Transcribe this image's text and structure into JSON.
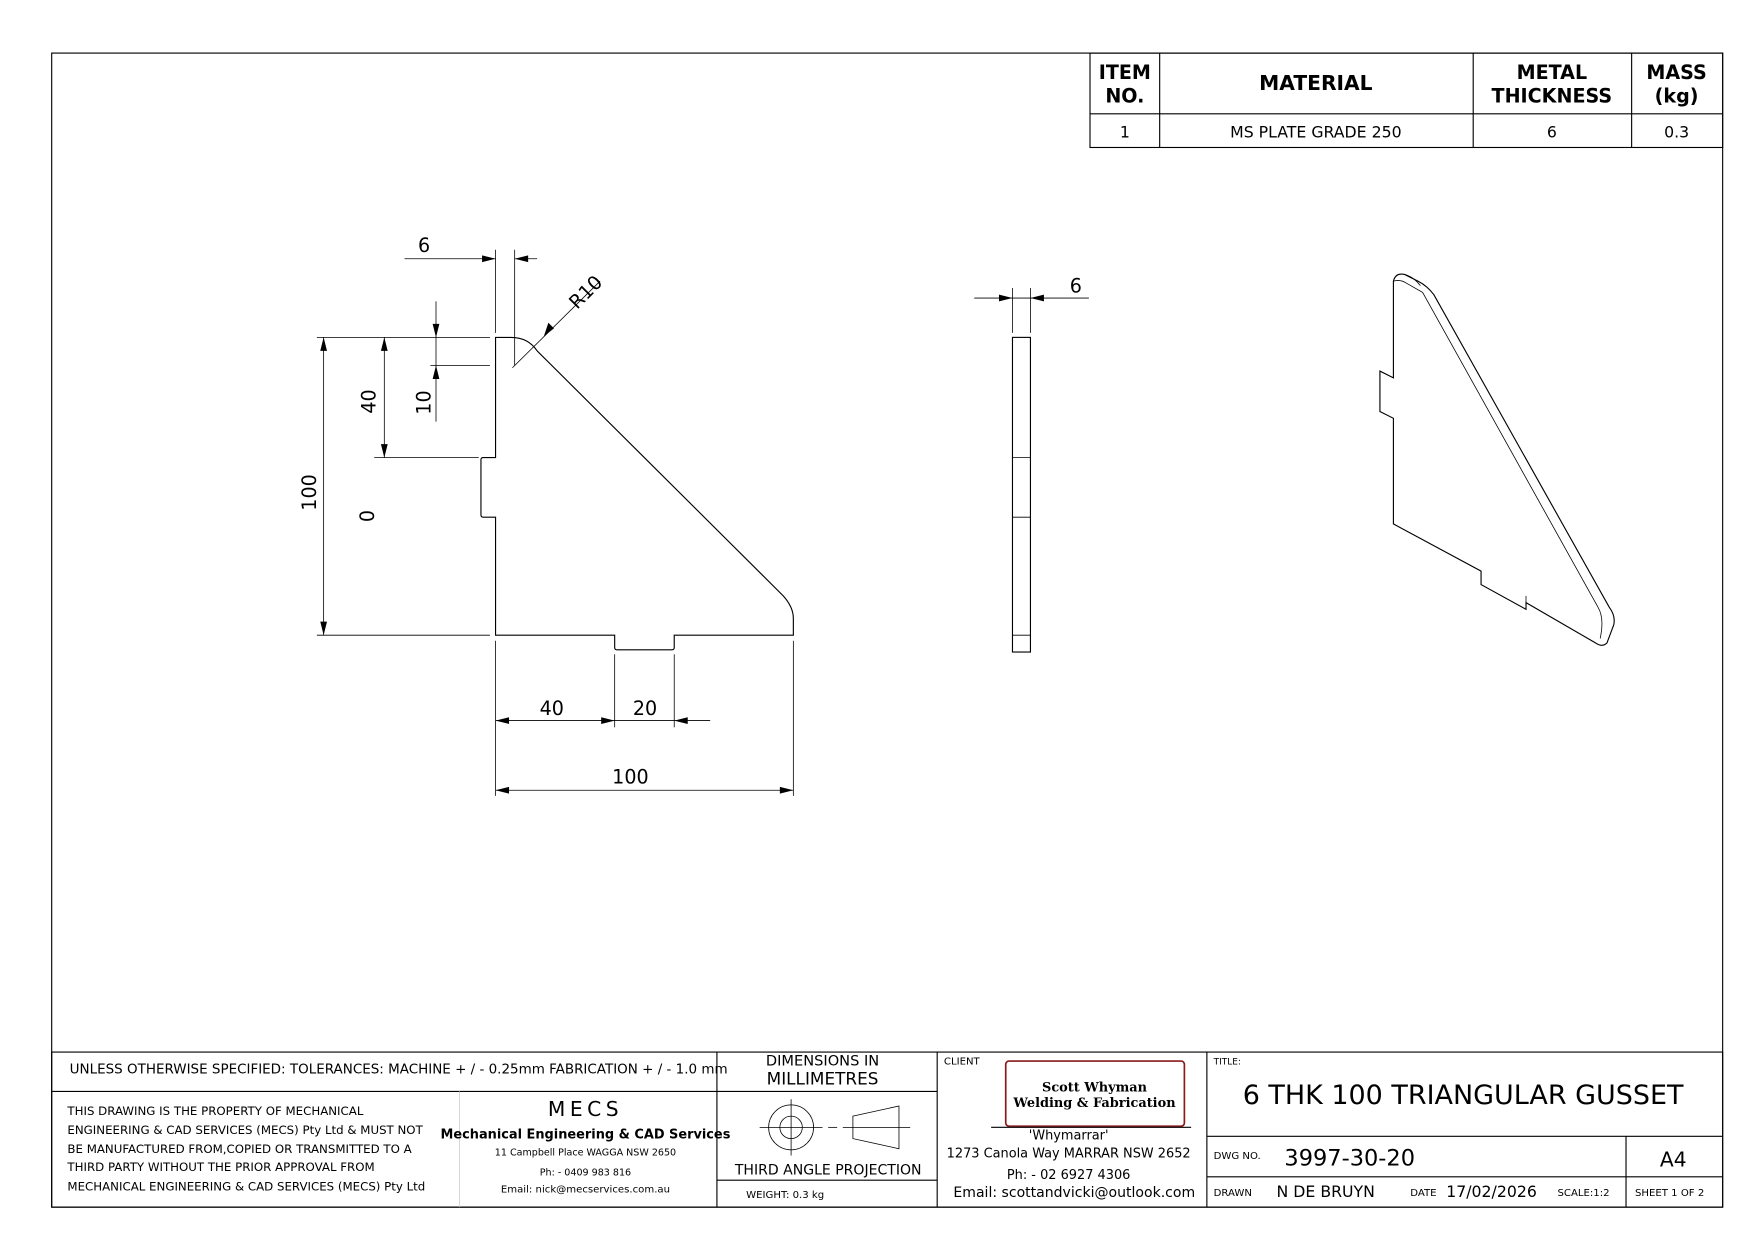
{
  "bom": {
    "headers": {
      "item_no_1": "ITEM",
      "item_no_2": "NO.",
      "material": "MATERIAL",
      "thickness_1": "METAL",
      "thickness_2": "THICKNESS",
      "mass_1": "MASS",
      "mass_2": "(kg)"
    },
    "rows": [
      {
        "item": "1",
        "material": "MS PLATE GRADE 250",
        "thickness": "6",
        "mass": "0.3"
      }
    ]
  },
  "front_view": {
    "dims": {
      "top_6": "6",
      "radius": "R10",
      "h40": "40",
      "h10": "10",
      "h100": "100",
      "h0": "0",
      "w40": "40",
      "w20": "20",
      "w100": "100"
    }
  },
  "side_view": {
    "dims": {
      "thickness": "6"
    }
  },
  "title_block": {
    "tolerances": "UNLESS OTHERWISE SPECIFIED: TOLERANCES: MACHINE + / - 0.25mm  FABRICATION + / - 1.0 mm",
    "units_1": "DIMENSIONS IN",
    "units_2": "MILLIMETRES",
    "property_lines": [
      "THIS DRAWING IS THE PROPERTY OF MECHANICAL",
      "ENGINEERING & CAD SERVICES (MECS) Pty Ltd & MUST NOT",
      "BE MANUFACTURED FROM,COPIED OR TRANSMITTED TO A",
      "THIRD PARTY WITHOUT THE PRIOR APPROVAL FROM",
      "MECHANICAL ENGINEERING & CAD SERVICES (MECS) Pty Ltd"
    ],
    "company": {
      "logo": "MECS",
      "name": "Mechanical Engineering & CAD Services",
      "address": "11 Campbell Place WAGGA NSW 2650",
      "phone": "Ph: - 0409 983 816",
      "email": "Email: nick@mecservices.com.au"
    },
    "projection": "THIRD ANGLE PROJECTION",
    "weight": "WEIGHT: 0.3 kg",
    "client_label": "CLIENT",
    "client": {
      "logo_line1": "Scott Whyman",
      "logo_line2": "Welding & Fabrication",
      "property": "'Whymarrar'",
      "address": "1273 Canola Way MARRAR NSW 2652",
      "phone": "Ph: - 02 6927 4306",
      "email": "Email: scottandvicki@outlook.com"
    },
    "title_label": "TITLE:",
    "title": "6 THK 100 TRIANGULAR GUSSET",
    "dwg_label": "DWG NO.",
    "dwg_no": "3997-30-20",
    "size": "A4",
    "drawn_label": "DRAWN",
    "drawn_by": "N DE BRUYN",
    "date_label": "DATE",
    "date": "17/02/2026",
    "scale": "SCALE:1:2",
    "sheet": "SHEET 1 OF 2"
  },
  "colors": {
    "client_logo_border": "#8b1a1a"
  }
}
